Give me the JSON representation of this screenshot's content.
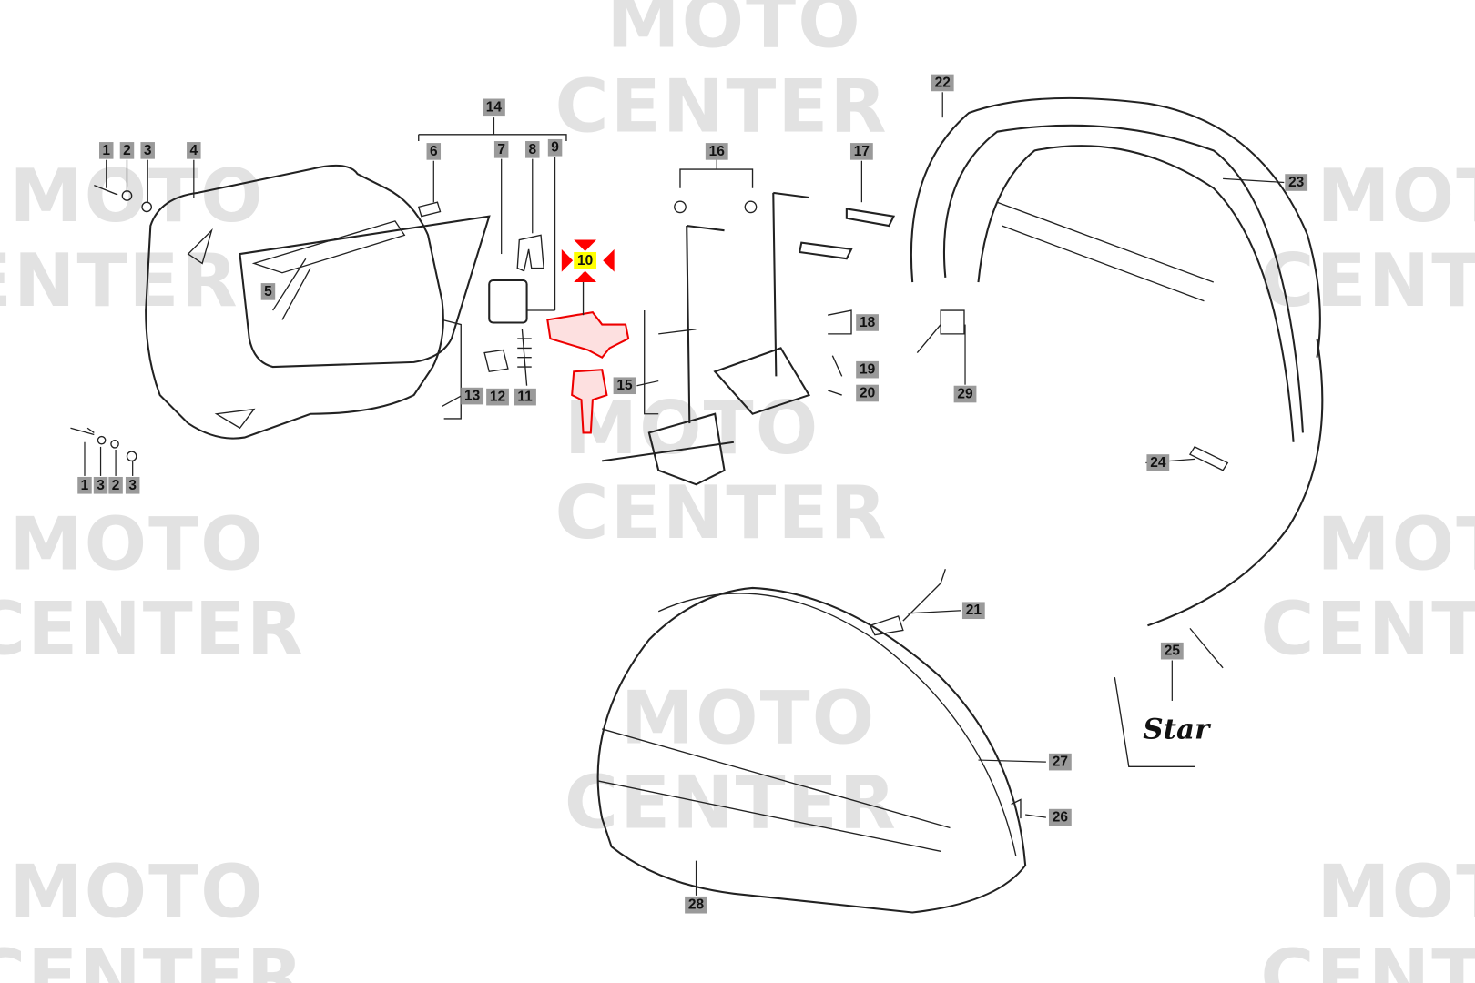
{
  "watermark": {
    "line1": "MOTO",
    "line2": "CENTER"
  },
  "logo_text": "Star",
  "highlight": {
    "label": "10",
    "marker_color": "#ff0000",
    "label_bg": "#ffff00"
  },
  "labels": {
    "l1a": "1",
    "l2a": "2",
    "l3a": "3",
    "l4": "4",
    "l5": "5",
    "l6": "6",
    "l7": "7",
    "l8": "8",
    "l9": "9",
    "l11": "11",
    "l12": "12",
    "l13": "13",
    "l14": "14",
    "l15": "15",
    "l16": "16",
    "l17": "17",
    "l18": "18",
    "l19": "19",
    "l20": "20",
    "l21": "21",
    "l22": "22",
    "l23": "23",
    "l24": "24",
    "l25": "25",
    "l26": "26",
    "l27": "27",
    "l28": "28",
    "l29": "29",
    "l1b": "1",
    "l3b": "3",
    "l2b": "2",
    "l3c": "3"
  }
}
